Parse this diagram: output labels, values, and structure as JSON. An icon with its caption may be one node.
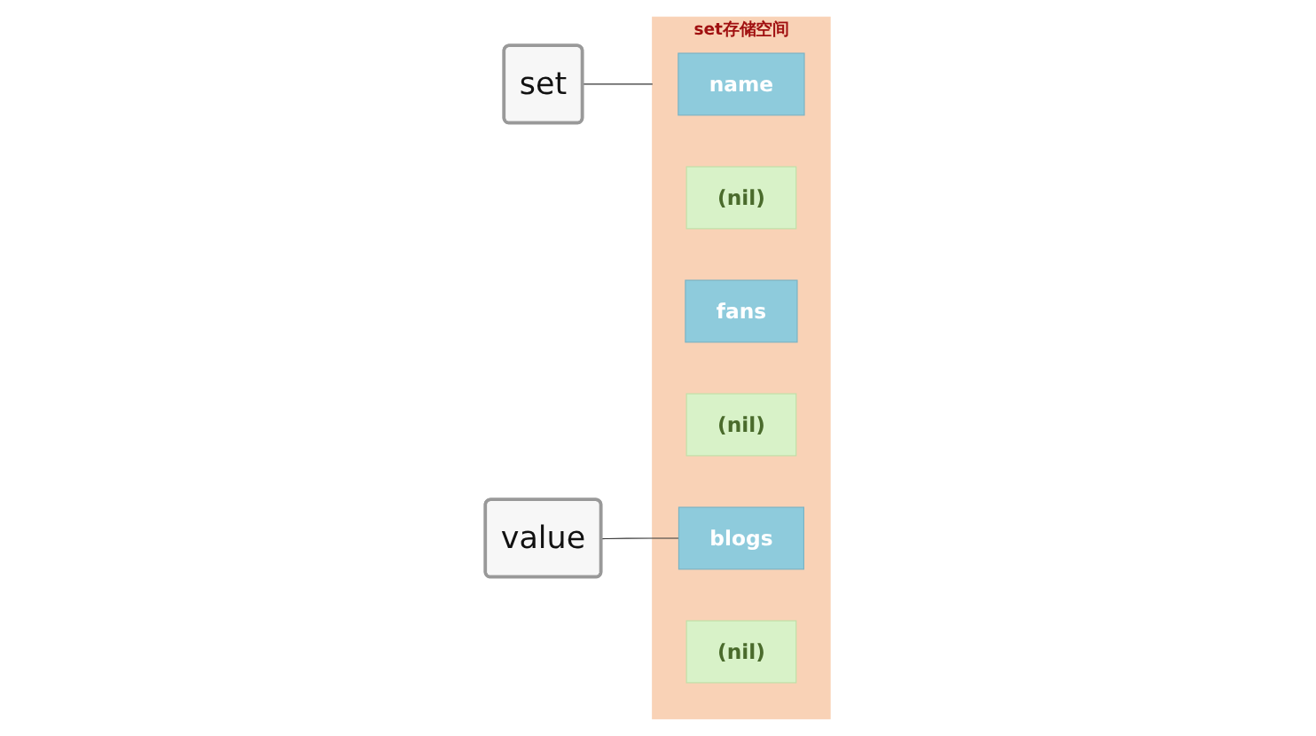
{
  "diagram": {
    "nodes": [
      {
        "text": [
          "set存储空间"
        ]
      },
      {
        "text": [
          "name"
        ],
        "in": 0
      },
      {
        "text": [
          "(nil)"
        ],
        "in": 0
      },
      {
        "text": [
          "fans"
        ],
        "in": 0
      },
      {
        "text": [
          "(nil)"
        ],
        "in": 0
      },
      {
        "text": [
          "blogs"
        ],
        "in": 0
      },
      {
        "text": [
          "(nil)"
        ],
        "in": 0
      },
      {
        "text": [
          "set"
        ]
      },
      {
        "text": [
          "value"
        ]
      }
    ],
    "edges": [
      {
        "from": 7,
        "to": 0,
        "arrow": "none"
      },
      {
        "from": 8,
        "to": 5,
        "arrow": "none"
      }
    ]
  }
}
